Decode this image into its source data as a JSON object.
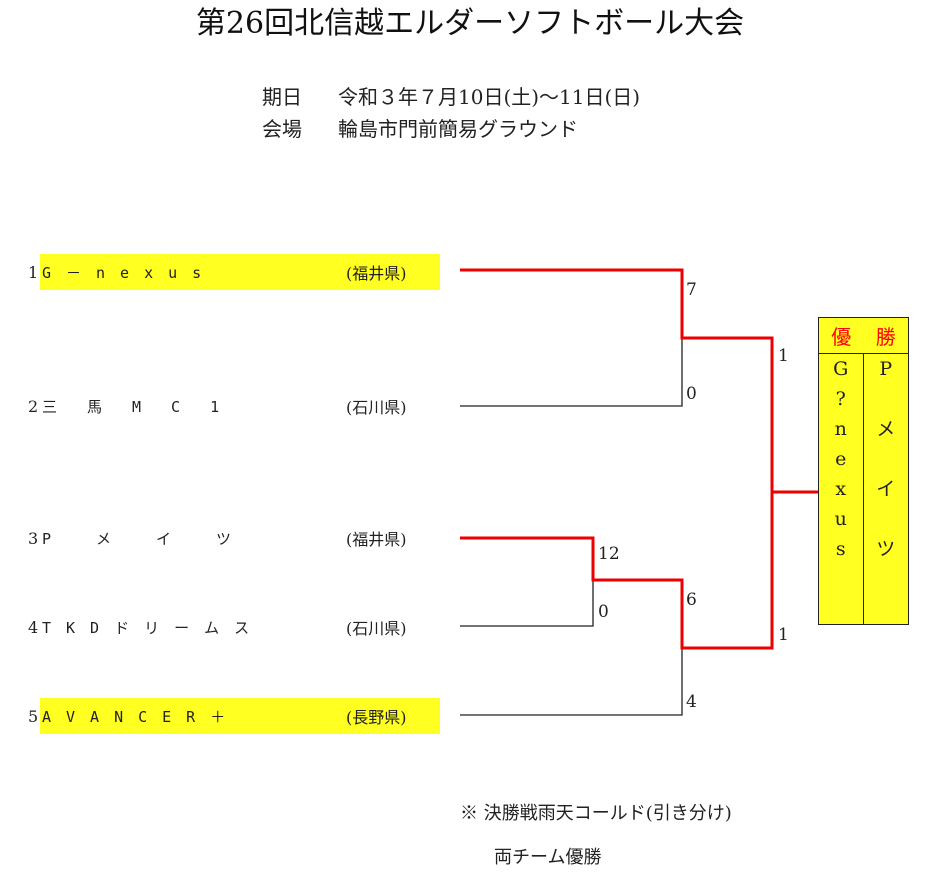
{
  "title": "第26回北信越エルダーソフトボール大会",
  "info": {
    "date_label": "期日",
    "date_value": "令和３年７月10日(土)～11日(日)",
    "venue_label": "会場",
    "venue_value": "輪島市門前簡易グラウンド"
  },
  "teams": [
    {
      "num": "1",
      "name": "G　－　n　e　x　u　s",
      "pref": "(福井県)"
    },
    {
      "num": "2",
      "name": "三　　馬　　M　　C　　1",
      "pref": "(石川県)"
    },
    {
      "num": "3",
      "name": "P　　　メ　　　イ　　　ツ",
      "pref": "(福井県)"
    },
    {
      "num": "4",
      "name": "T　K　D　ド　リ　ー　ム　ス",
      "pref": "(石川県)"
    },
    {
      "num": "5",
      "name": "A　V　A　N　C　E　R　＋",
      "pref": "(長野県)"
    }
  ],
  "scores": {
    "m1_top": "7",
    "m1_bot": "0",
    "m2_top": "12",
    "m2_bot": "0",
    "m3_top": "6",
    "m3_bot": "4",
    "final_top": "1",
    "final_bot": "1"
  },
  "champion": {
    "header_left": "優",
    "header_right": "勝",
    "team_a_chars": [
      "G",
      "?",
      "n",
      "e",
      "x",
      "u",
      "s"
    ],
    "team_b_chars": [
      "P",
      "",
      "メ",
      "",
      "イ",
      "",
      "ツ"
    ]
  },
  "notes": {
    "line1": "※ 決勝戦雨天コールド(引き分け)",
    "line2": "両チーム優勝"
  },
  "colors": {
    "highlight": "#ffff22",
    "winner_line": "#ee0000",
    "champion_header": "#ff0000"
  }
}
